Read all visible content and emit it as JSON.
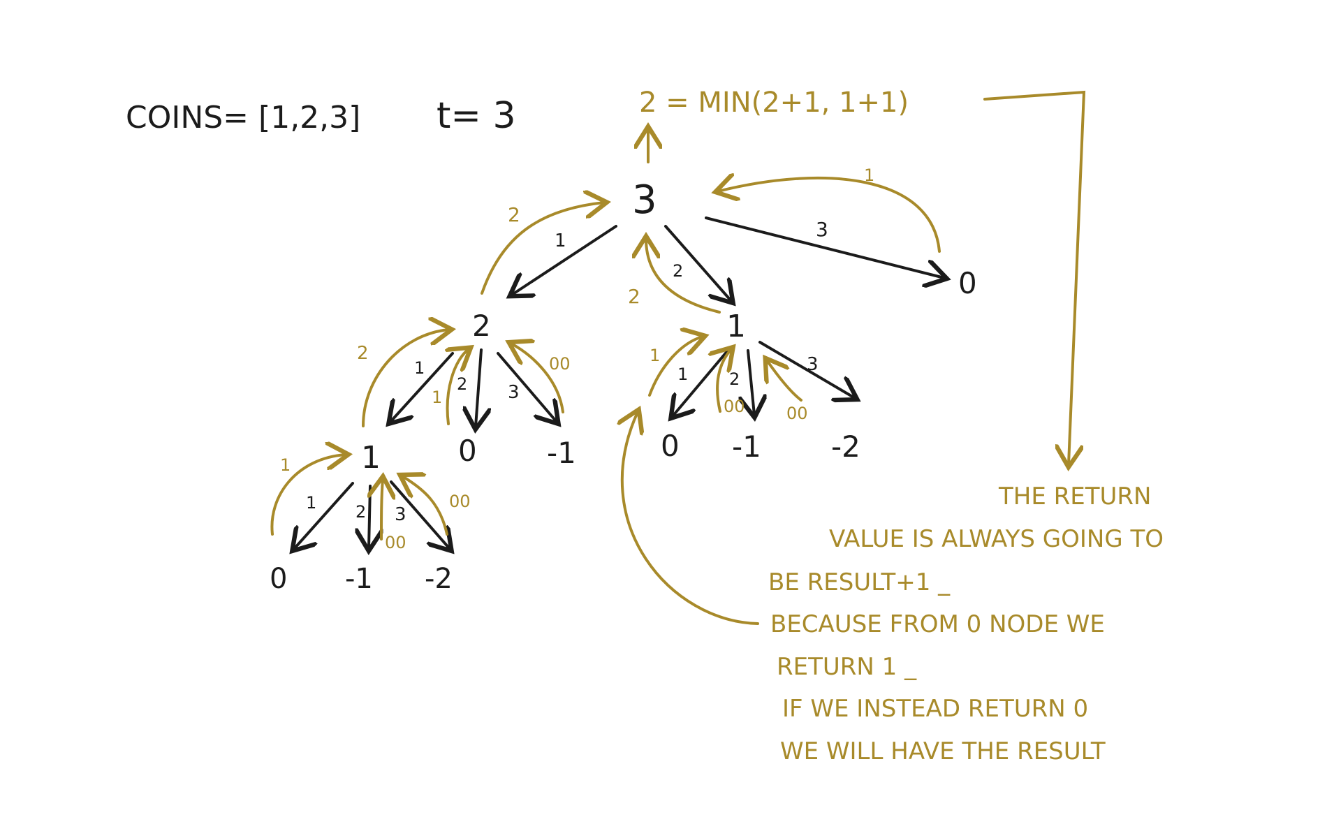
{
  "colors": {
    "ink": "#1b1b1b",
    "gold": "#a88a2a"
  },
  "header": {
    "coins": "COINS= [1,2,3]",
    "target": "t= 3"
  },
  "top_formula": "2 = MIN(2+1, 1+1)",
  "return_edges": {
    "root_to_zero": "1",
    "root_from_two": "2",
    "root_from_one": "2"
  },
  "nodes": {
    "root": "3",
    "l1_left": "2",
    "l1_mid": "1",
    "l1_right": "0",
    "l2_a": "1",
    "l2_b": "0",
    "l2_c": "-1",
    "l2_d": "0",
    "l2_e": "-1",
    "l2_f": "-2",
    "l3_a": "0",
    "l3_b": "-1",
    "l3_c": "-2"
  },
  "edge_labels": {
    "root_left": "1",
    "root_mid": "2",
    "root_right": "3",
    "two_a": "1",
    "two_b": "2",
    "two_c": "3",
    "one_a": "1",
    "one_b": "2",
    "one_c": "3",
    "low_a": "1",
    "low_b": "2",
    "low_c": "3"
  },
  "gold_returns": {
    "two_from_one": "2",
    "two_from_zero": "1",
    "two_from_neg": "00",
    "one_from_zero": "1",
    "one_from_neg1": "00",
    "one_from_neg2": "00",
    "low_from_zero": "1",
    "low_from_neg1": "00",
    "low_from_neg2": "00"
  },
  "note": {
    "line1": "THE RETURN",
    "line2": "VALUE IS ALWAYS GOING TO",
    "line3": "BE   RESULT+1 _",
    "line4": "BECAUSE FROM 0 NODE WE",
    "line5": "RETURN 1 _",
    "line6": "IF WE INSTEAD RETURN 0",
    "line7": "WE WILL HAVE THE RESULT"
  }
}
